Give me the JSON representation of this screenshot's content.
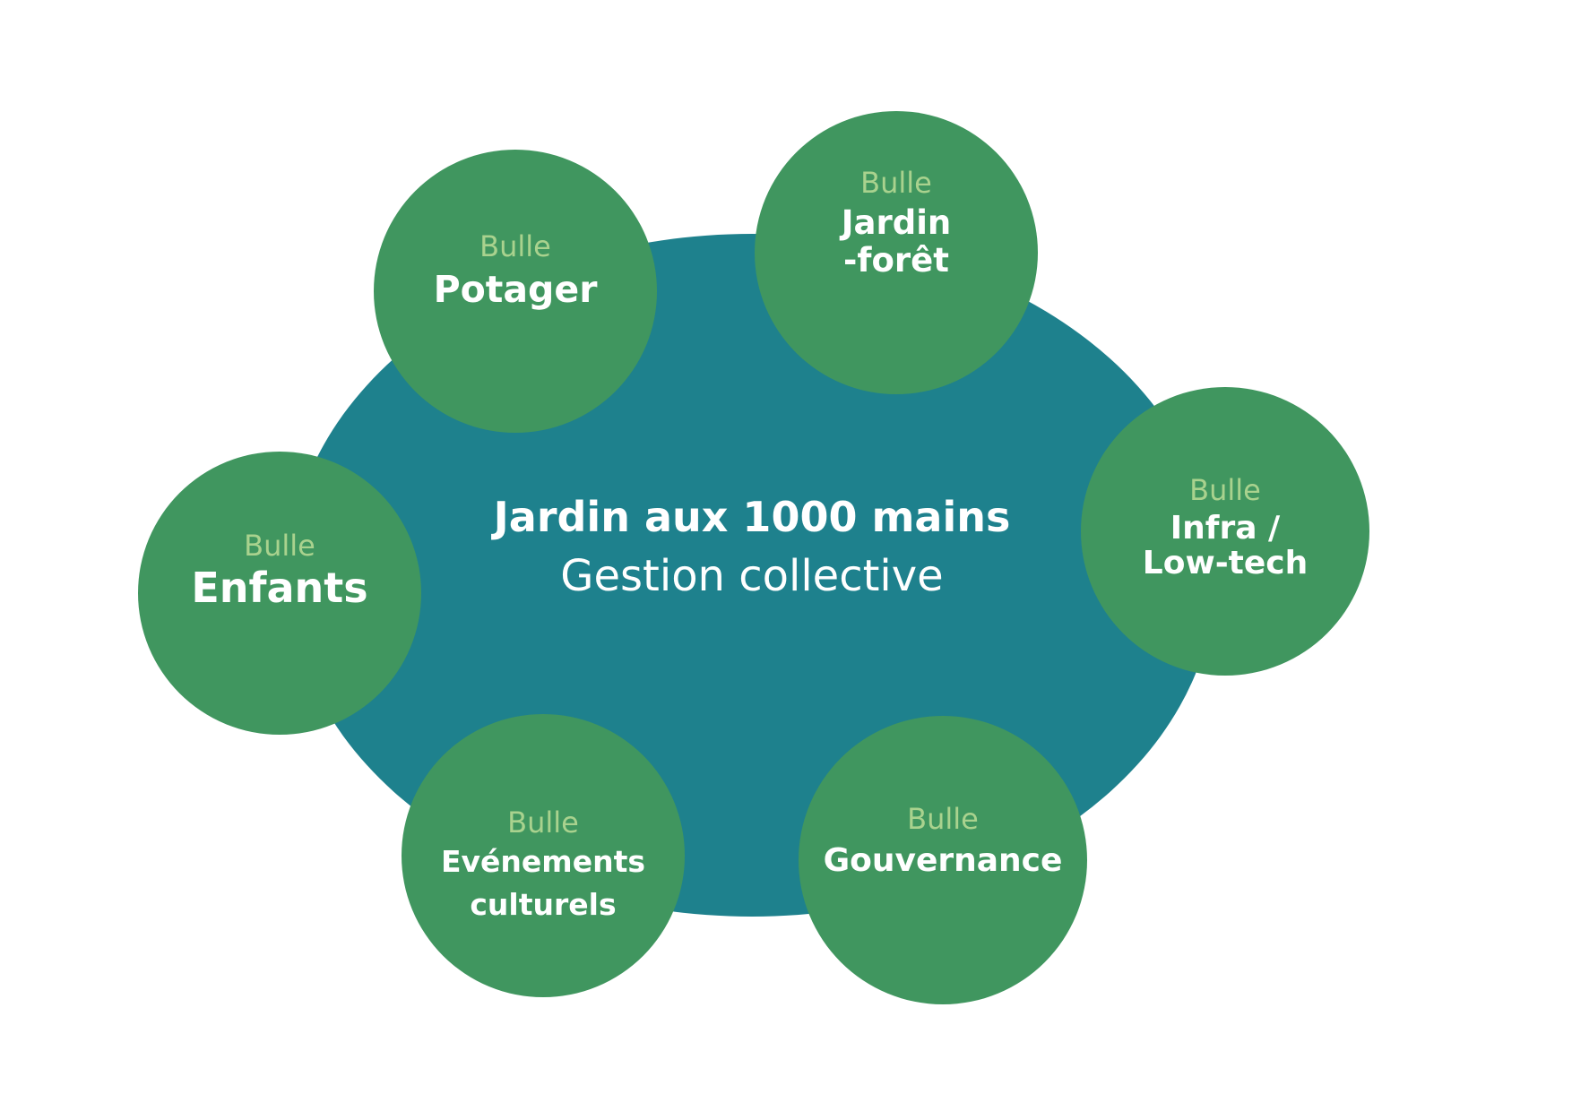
{
  "center": {
    "title": "Jardin aux 1000 mains",
    "subtitle": "Gestion collective"
  },
  "bubbles": [
    {
      "small": "Bulle",
      "line1": "Potager",
      "line2": ""
    },
    {
      "small": "Bulle",
      "line1": "Jardin",
      "line2": "-forêt"
    },
    {
      "small": "Bulle",
      "line1": "Infra /",
      "line2": "Low-tech"
    },
    {
      "small": "Bulle",
      "line1": "Enfants",
      "line2": ""
    },
    {
      "small": "Bulle",
      "line1": "Evénements",
      "line2": "culturels"
    },
    {
      "small": "Bulle",
      "line1": "Gouvernance",
      "line2": ""
    }
  ],
  "colors": {
    "center": "#1e818d",
    "bubble": "#40965f",
    "bubble_small_text": "#a9d28e",
    "text": "#ffffff"
  }
}
